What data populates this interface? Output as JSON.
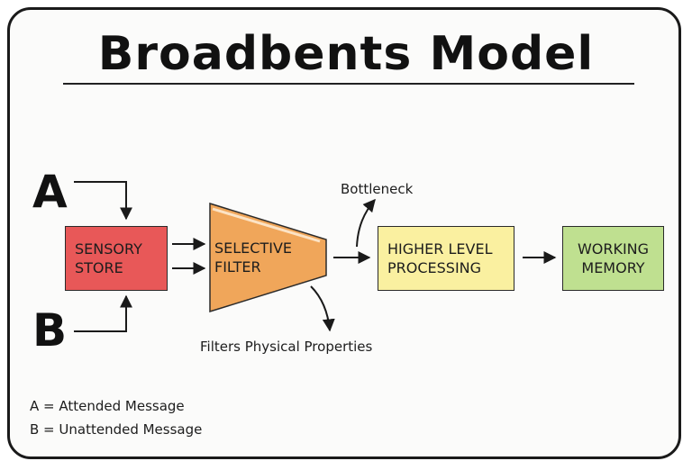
{
  "title": "Broadbents Model",
  "inputs": {
    "a": "A",
    "b": "B"
  },
  "boxes": {
    "sensory_store": "SENSORY\nSTORE",
    "selective_filter": "SELECTIVE\nFILTER",
    "higher_processing": "HIGHER LEVEL\nPROCESSING",
    "working_memory": "WORKING\nMEMORY"
  },
  "annotations": {
    "bottleneck": "Bottleneck",
    "filters": "Filters Physical Properties"
  },
  "legend": {
    "a": "A = Attended Message",
    "b": "B = Unattended Message"
  },
  "colors": {
    "sensory_store": "#e85858",
    "selective_filter": "#f0a65a",
    "higher_processing": "#faf0a0",
    "working_memory": "#bfe090"
  }
}
